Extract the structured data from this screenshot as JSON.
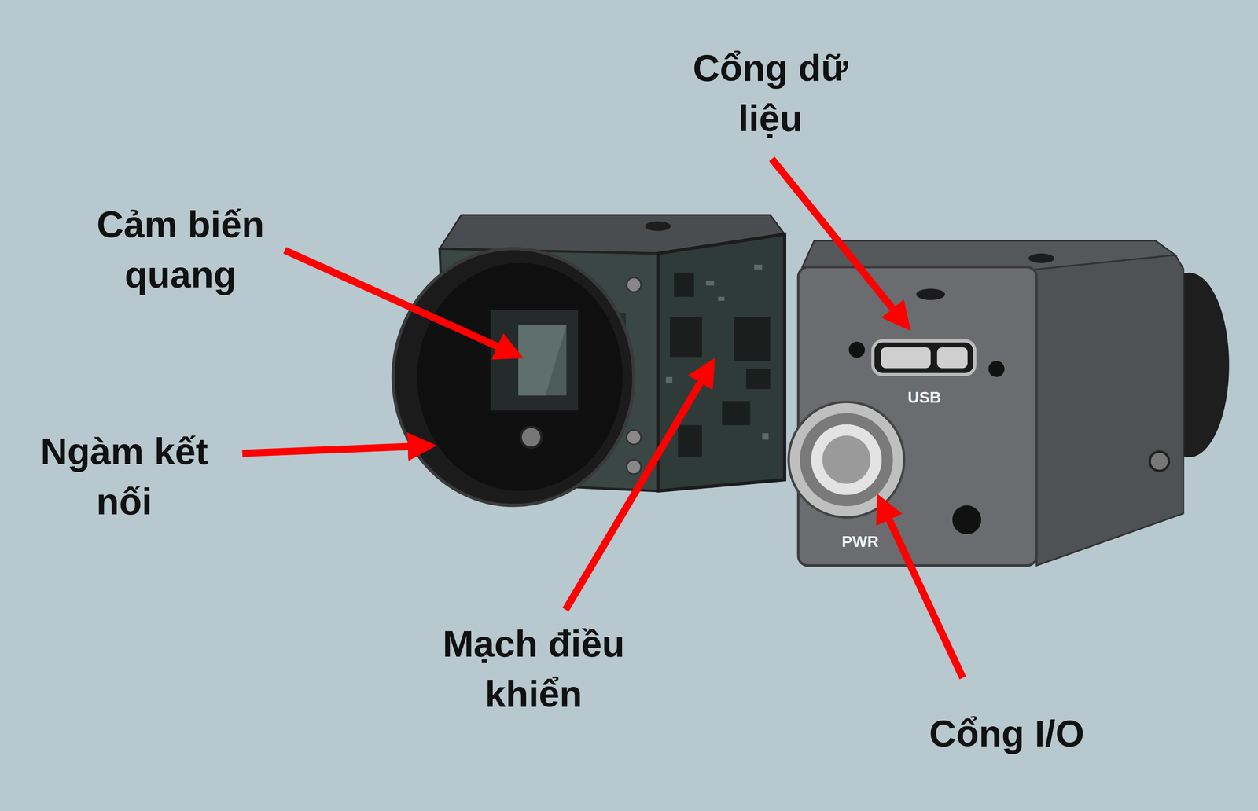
{
  "diagram": {
    "labels": [
      "Cổng dữ liệu",
      "Cảm biến quang",
      "Ngàm kết nối",
      "Mạch điều khiển",
      "Cổng I/O",
      "USB",
      "PWR"
    ]
  }
}
